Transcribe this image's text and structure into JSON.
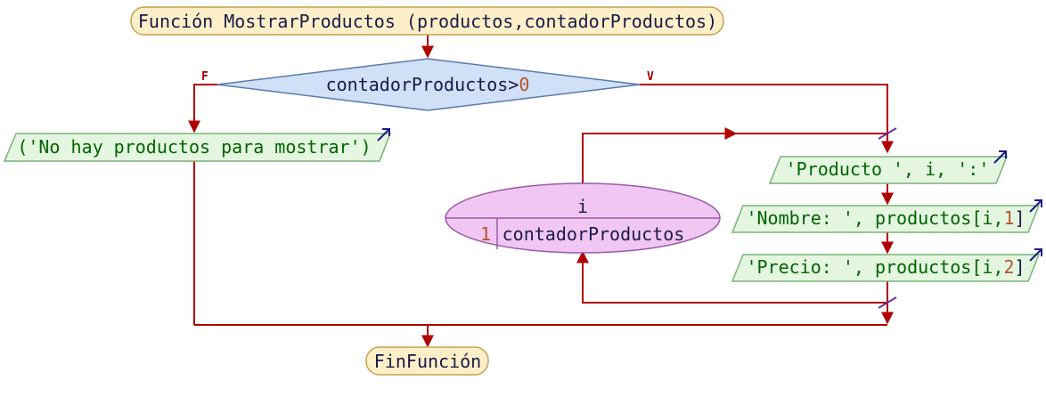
{
  "function_header": {
    "keyword": "Función",
    "name": "MostrarProductos",
    "params": "(productos,contadorProductos)"
  },
  "decision": {
    "var": "contadorProductos",
    "op": ">",
    "value": "0",
    "false_label": "F",
    "true_label": "V"
  },
  "no_products_output": "('No hay productos para mostrar')",
  "loop": {
    "variable": "i",
    "start": "1",
    "end": "contadorProductos"
  },
  "output_producto": {
    "prefix": "'Producto ', i, ':'"
  },
  "output_nombre": {
    "prefix": "'Nombre: ', productos[i,",
    "index": "1",
    "suffix": "]"
  },
  "output_precio": {
    "prefix": "'Precio: ', productos[i,",
    "index": "2",
    "suffix": "]"
  },
  "end_label": "FinFunción"
}
